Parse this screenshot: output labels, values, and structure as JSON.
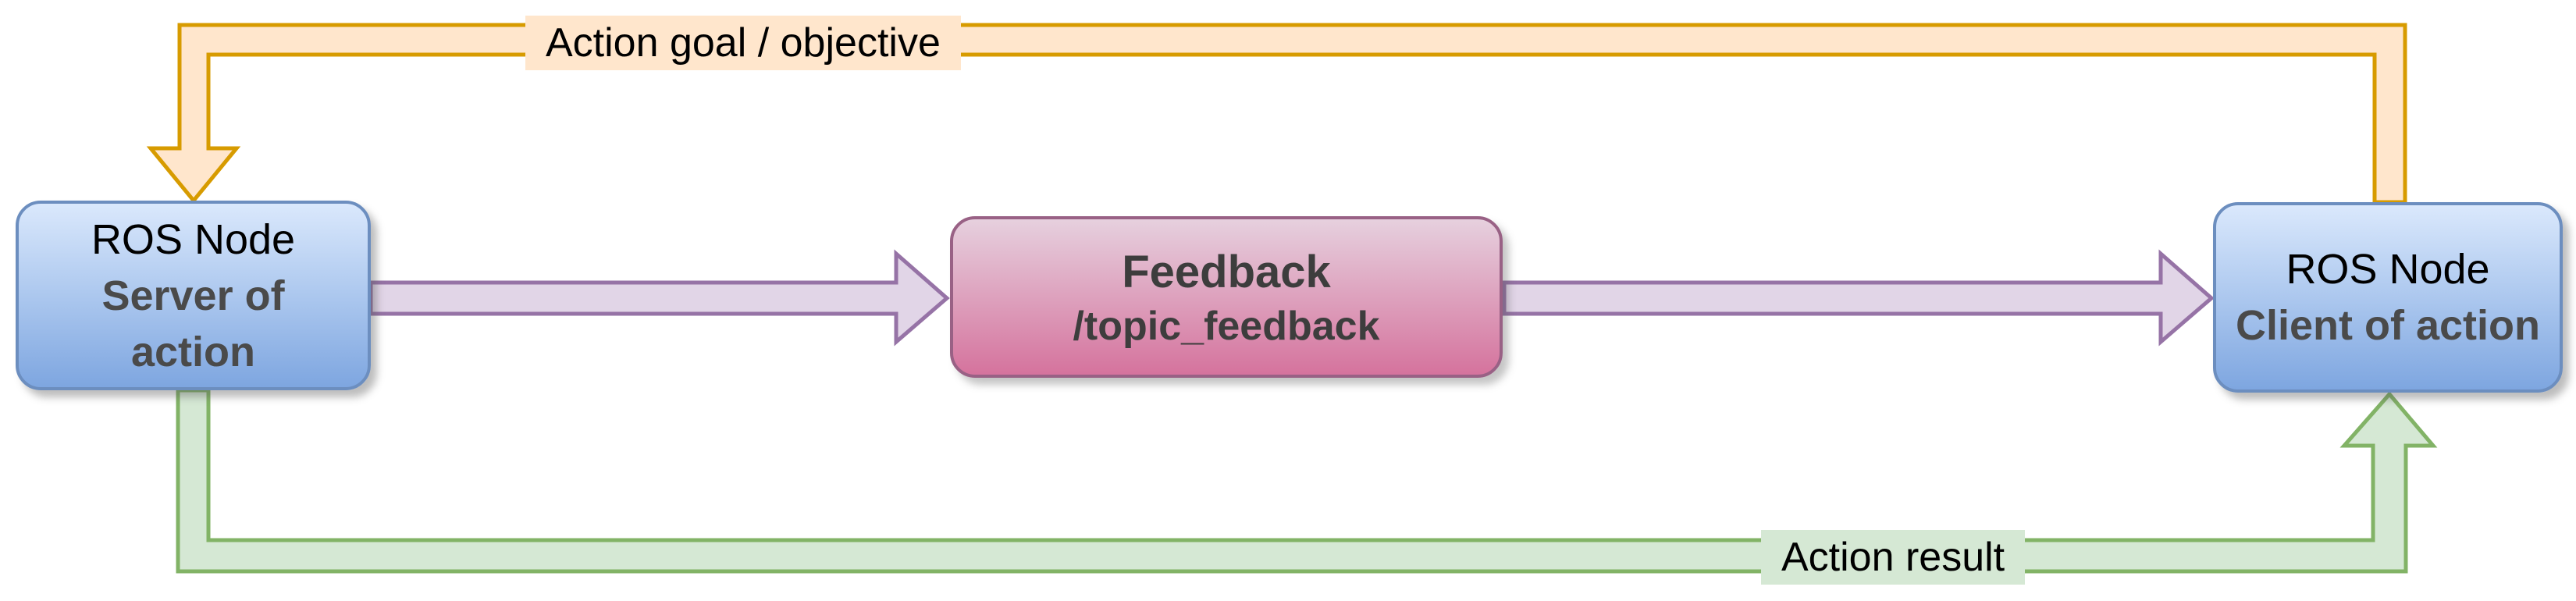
{
  "nodes": {
    "server": {
      "title": "ROS Node",
      "role_line1": "Server of",
      "role_line2": "action"
    },
    "feedback": {
      "title": "Feedback",
      "topic": "/topic_feedback"
    },
    "client": {
      "title": "ROS Node",
      "role": "Client of action"
    }
  },
  "arrows": {
    "goal": {
      "label": "Action goal / objective",
      "from": "client",
      "to": "server",
      "color_name": "orange"
    },
    "result": {
      "label": "Action result",
      "from": "server",
      "to": "client",
      "color_name": "green"
    },
    "feedback_out": {
      "from": "server",
      "to": "feedback",
      "color_name": "purple"
    },
    "feedback_in": {
      "from": "feedback",
      "to": "client",
      "color_name": "purple"
    }
  },
  "colors": {
    "goal_stroke": "#d79b00",
    "goal_fill": "#ffe6cc",
    "result_stroke": "#82b366",
    "result_fill": "#d5e8d4",
    "feedback_arrow_stroke": "#9673a6",
    "feedback_arrow_fill": "#e1d5e7",
    "node_border": "#6c8ebf",
    "node_gradient_top": "#dae8fc",
    "node_gradient_bottom": "#7ea6e0",
    "topic_border": "#996185",
    "topic_gradient_top": "#e6d0de",
    "topic_gradient_bottom": "#d5739d",
    "title_text": "#000000",
    "subtitle_text": "#4a4a4a",
    "topic_text": "#3d3d3d",
    "label_text": "#000000"
  }
}
